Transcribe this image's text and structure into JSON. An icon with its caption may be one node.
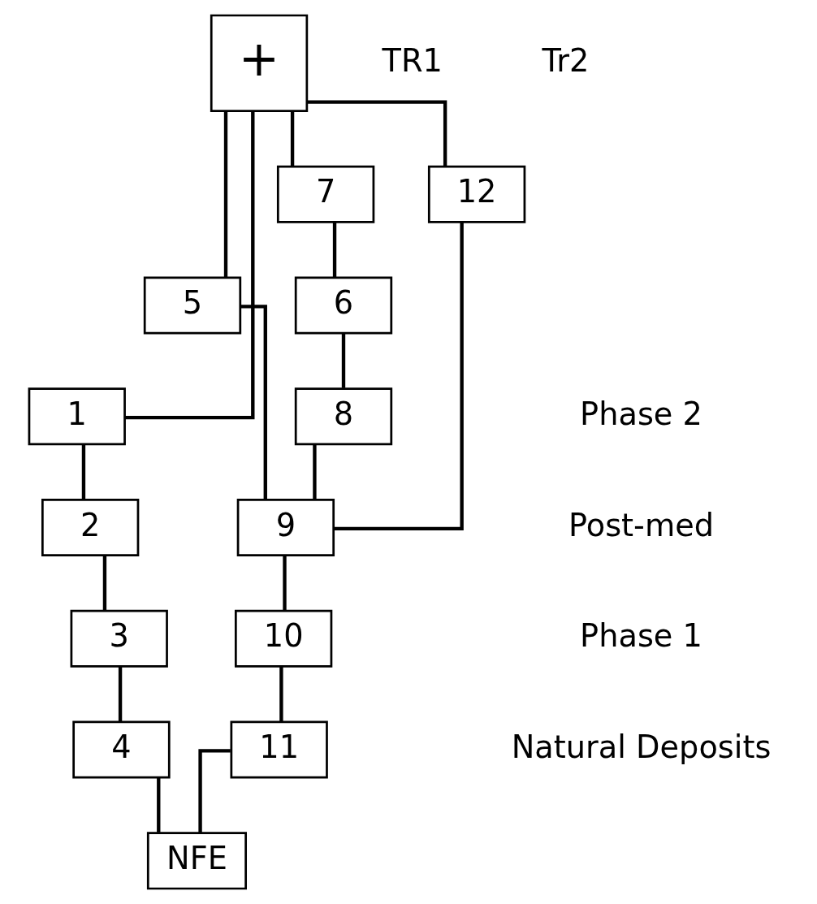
{
  "diagram": {
    "nodes": [
      {
        "text": [
          "+"
        ]
      },
      {
        "text": [
          "1"
        ]
      },
      {
        "text": [
          "5"
        ]
      },
      {
        "text": [
          "7"
        ]
      },
      {
        "text": [
          "12"
        ]
      },
      {
        "text": [
          "2"
        ]
      },
      {
        "text": [
          "6"
        ]
      },
      {
        "text": [
          "3"
        ]
      },
      {
        "text": [
          "8"
        ]
      },
      {
        "text": [
          "9"
        ]
      },
      {
        "text": [
          "10"
        ]
      },
      {
        "text": [
          "4"
        ]
      },
      {
        "text": [
          "11"
        ]
      },
      {
        "text": [
          "NFE"
        ]
      }
    ],
    "edges": [
      {
        "from": 0,
        "to": 1,
        "arrow": "none"
      },
      {
        "from": 0,
        "to": 2,
        "arrow": "none"
      },
      {
        "from": 0,
        "to": 3,
        "arrow": "none"
      },
      {
        "from": 0,
        "to": 4,
        "arrow": "none"
      },
      {
        "from": 1,
        "to": 5,
        "arrow": "none"
      },
      {
        "from": 5,
        "to": 7,
        "arrow": "none"
      },
      {
        "from": 7,
        "to": 11,
        "arrow": "none"
      },
      {
        "from": 3,
        "to": 6,
        "arrow": "none"
      },
      {
        "from": 6,
        "to": 8,
        "arrow": "none"
      },
      {
        "from": 8,
        "to": 9,
        "arrow": "none"
      },
      {
        "from": 2,
        "to": 9,
        "arrow": "none"
      },
      {
        "from": 4,
        "to": 9,
        "arrow": "none"
      },
      {
        "from": 9,
        "to": 10,
        "arrow": "none"
      },
      {
        "from": 10,
        "to": 12,
        "arrow": "none"
      },
      {
        "from": 11,
        "to": 13,
        "arrow": "none"
      },
      {
        "from": 12,
        "to": 13,
        "arrow": "none"
      }
    ],
    "labels": [
      "TR1",
      "Tr2",
      "Phase 2",
      "Post-med",
      "Phase 1",
      "Natural Deposits"
    ]
  }
}
